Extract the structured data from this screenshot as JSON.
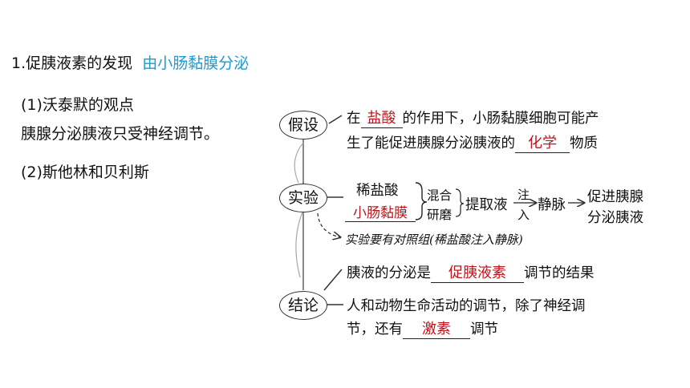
{
  "left": {
    "heading": "1.促胰液素的发现",
    "heading_answer": "由小肠黏膜分泌",
    "item1": "(1)沃泰默的观点",
    "item1_text": "胰腺分泌胰液只受神经调节。",
    "item2": "(2)斯他林和贝利斯"
  },
  "diagram": {
    "hypothesis": {
      "node": "假设",
      "line1_pre": "在",
      "blank1": "盐酸",
      "line1_post": "的作用下，小肠黏膜细胞可能产",
      "line2_pre": "生了能促进胰腺分泌胰液的",
      "blank2": "化学",
      "line2_post": "物质"
    },
    "experiment": {
      "node": "实验",
      "reagent": "稀盐酸",
      "tissue": "小肠黏膜",
      "mix": "混合",
      "grind": "研磨",
      "extract": "提取液",
      "inject_top": "注",
      "inject_bottom": "入",
      "vein": "静脉",
      "result_line1": "促进胰腺",
      "result_line2": "分泌胰液",
      "control_note": "实验要有对照组(稀盐酸注入静脉)"
    },
    "conclusion": {
      "node": "结论",
      "line1_pre": "胰液的分泌是",
      "blank1": "促胰液素",
      "line1_post": "调节的结果",
      "line2": "人和动物生命活动的调节，除了神经调",
      "line3_pre": "节，还有",
      "blank2": "激素",
      "line3_post": "调节"
    }
  }
}
